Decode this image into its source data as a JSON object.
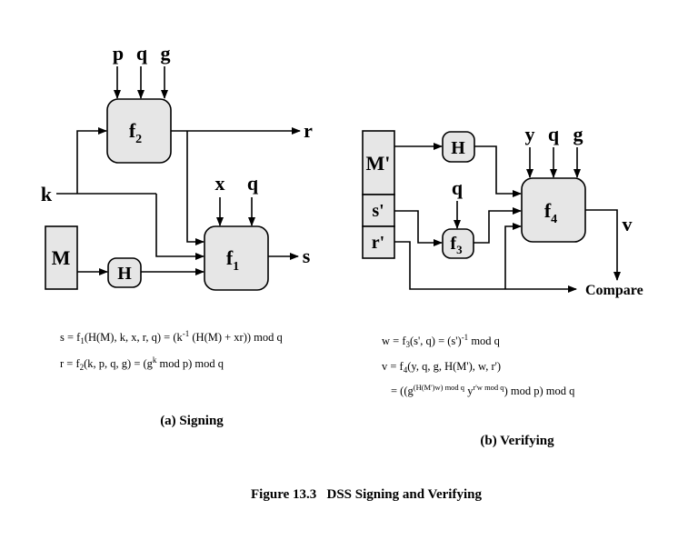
{
  "signing": {
    "inputs": {
      "p": "p",
      "q": "q",
      "g": "g",
      "k": "k",
      "x": "x",
      "q2": "q",
      "M": "M"
    },
    "blocks": {
      "f2": "f",
      "f2_sub": "2",
      "f1": "f",
      "f1_sub": "1",
      "H": "H"
    },
    "outputs": {
      "r": "r",
      "s": "s"
    },
    "eq_s": {
      "lhs": "s  =  f",
      "lhs_sub": "1",
      "mid": "(H(M), k, x, r, q)  =  (k",
      "exp": "-1",
      "rest": " (H(M) + xr)) mod q"
    },
    "eq_r": {
      "lhs": "r  =  f",
      "lhs_sub": "2",
      "mid": "(k, p, q, g)  =  (g",
      "exp": "k",
      "rest": " mod p) mod q"
    },
    "caption": "(a) Signing"
  },
  "verifying": {
    "inputs": {
      "M": "M'",
      "s": "s'",
      "r": "r'",
      "y": "y",
      "q": "q",
      "g": "g",
      "q3": "q"
    },
    "blocks": {
      "H": "H",
      "f3": "f",
      "f3_sub": "3",
      "f4": "f",
      "f4_sub": "4"
    },
    "outputs": {
      "v": "v",
      "compare": "Compare"
    },
    "eq_w": {
      "lhs": "w  =  f",
      "lhs_sub": "3",
      "mid": "(s', q)  =  (s')",
      "exp": "-1",
      "rest": " mod q"
    },
    "eq_v": {
      "lhs": "v  =  f",
      "lhs_sub": "4",
      "rest": "(y, q, g, H(M'), w, r')"
    },
    "eq_v2": {
      "lead": "=  ((g",
      "exp1": "(H(M')w) mod q",
      "y": " y",
      "exp2": "r'w mod q",
      "rest": ") mod p) mod q"
    },
    "caption": "(b) Verifying"
  },
  "figure_caption": "Figure 13.3   DSS Signing and Verifying"
}
